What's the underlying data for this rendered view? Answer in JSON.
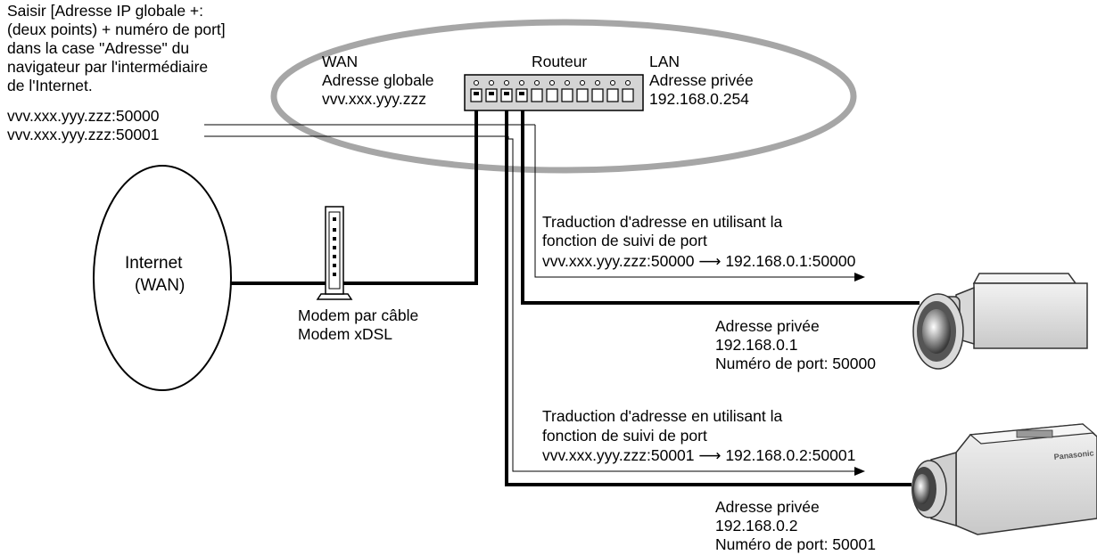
{
  "instruction": {
    "lines": [
      "Saisir [Adresse IP globale +:",
      "(deux points) + numéro de port]",
      "dans la case \"Adresse\" du",
      "navigateur par l'intermédiaire",
      "de l'Internet."
    ],
    "url_1": "vvv.xxx.yyy.zzz:50000",
    "url_2": "vvv.xxx.yyy.zzz:50001"
  },
  "wan": {
    "title": "WAN",
    "address_label": "Adresse globale",
    "address": "vvv.xxx.yyy.zzz"
  },
  "router": {
    "label": "Routeur"
  },
  "lan": {
    "title": "LAN",
    "address_label": "Adresse privée",
    "address": "192.168.0.254"
  },
  "internet": {
    "line1": "Internet",
    "line2": "(WAN)"
  },
  "modem": {
    "line1": "Modem par câble",
    "line2": "Modem xDSL"
  },
  "translation_1": {
    "line1": "Traduction d'adresse en utilisant la",
    "line2": "fonction de suivi de port",
    "line3": "vvv.xxx.yyy.zzz:50000 ⟶ 192.168.0.1:50000"
  },
  "translation_2": {
    "line1": "Traduction d'adresse en utilisant la",
    "line2": "fonction de suivi de port",
    "line3": "vvv.xxx.yyy.zzz:50001 ⟶ 192.168.0.2:50001"
  },
  "camera_1": {
    "line1": "Adresse privée",
    "line2": "192.168.0.1",
    "line3": "Numéro de port: 50000"
  },
  "camera_2": {
    "line1": "Adresse privée",
    "line2": "192.168.0.2",
    "line3": "Numéro de port: 50001",
    "brand": "Panasonic"
  },
  "colors": {
    "ellipse_stroke": "#a6a6a6",
    "router_fill": "#d4d4d4",
    "camera_body": "#e4e4e4",
    "line": "#000000"
  }
}
